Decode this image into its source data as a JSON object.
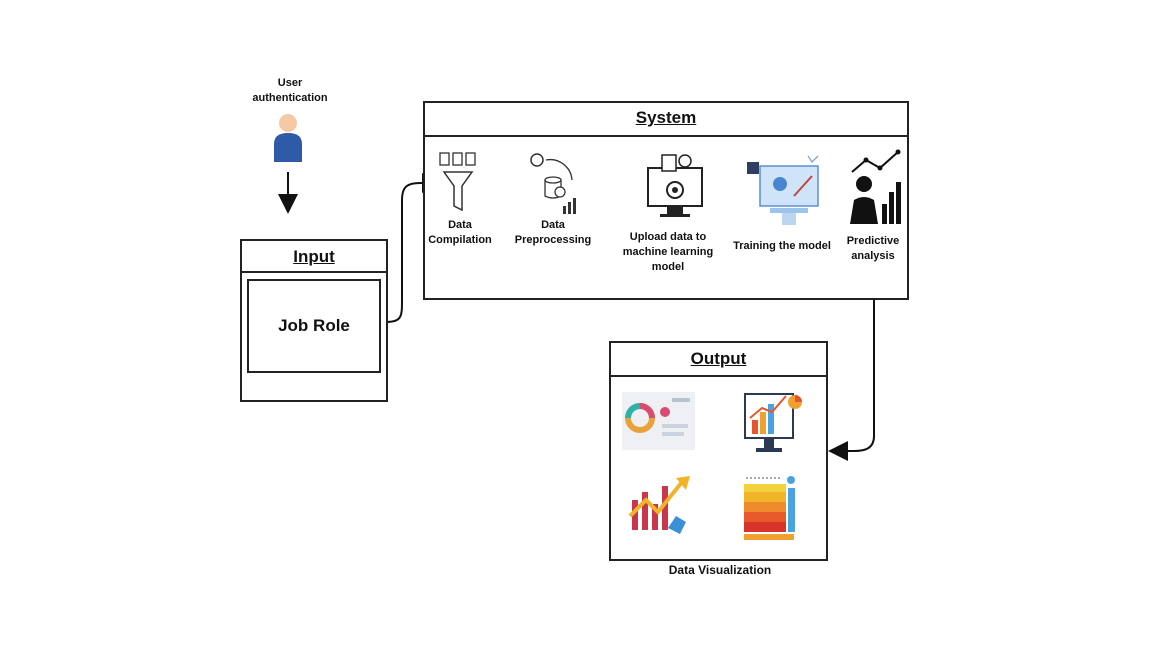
{
  "user": {
    "label": "User authentication"
  },
  "input": {
    "title": "Input",
    "field": "Job Role"
  },
  "system": {
    "title": "System",
    "steps": [
      {
        "label": "Data Compilation",
        "icon": "data-compilation-funnel-icon"
      },
      {
        "label": "Data Preprocessing",
        "icon": "data-preprocessing-icon"
      },
      {
        "label": "Upload data to machine learning model",
        "icon": "upload-model-monitor-icon"
      },
      {
        "label": "Training the model",
        "icon": "training-model-screen-icon"
      },
      {
        "label": "Predictive analysis",
        "icon": "predictive-analysis-icon"
      }
    ]
  },
  "output": {
    "title": "Output",
    "caption": "Data Visualization",
    "icons": [
      "dashboard-donut-icon",
      "monitor-bar-chart-icon",
      "growth-chart-icon",
      "heatmap-bars-icon"
    ]
  },
  "colors": {
    "stroke": "#222222",
    "user_body": "#2f5aa8",
    "user_skin": "#f4c9a3"
  }
}
